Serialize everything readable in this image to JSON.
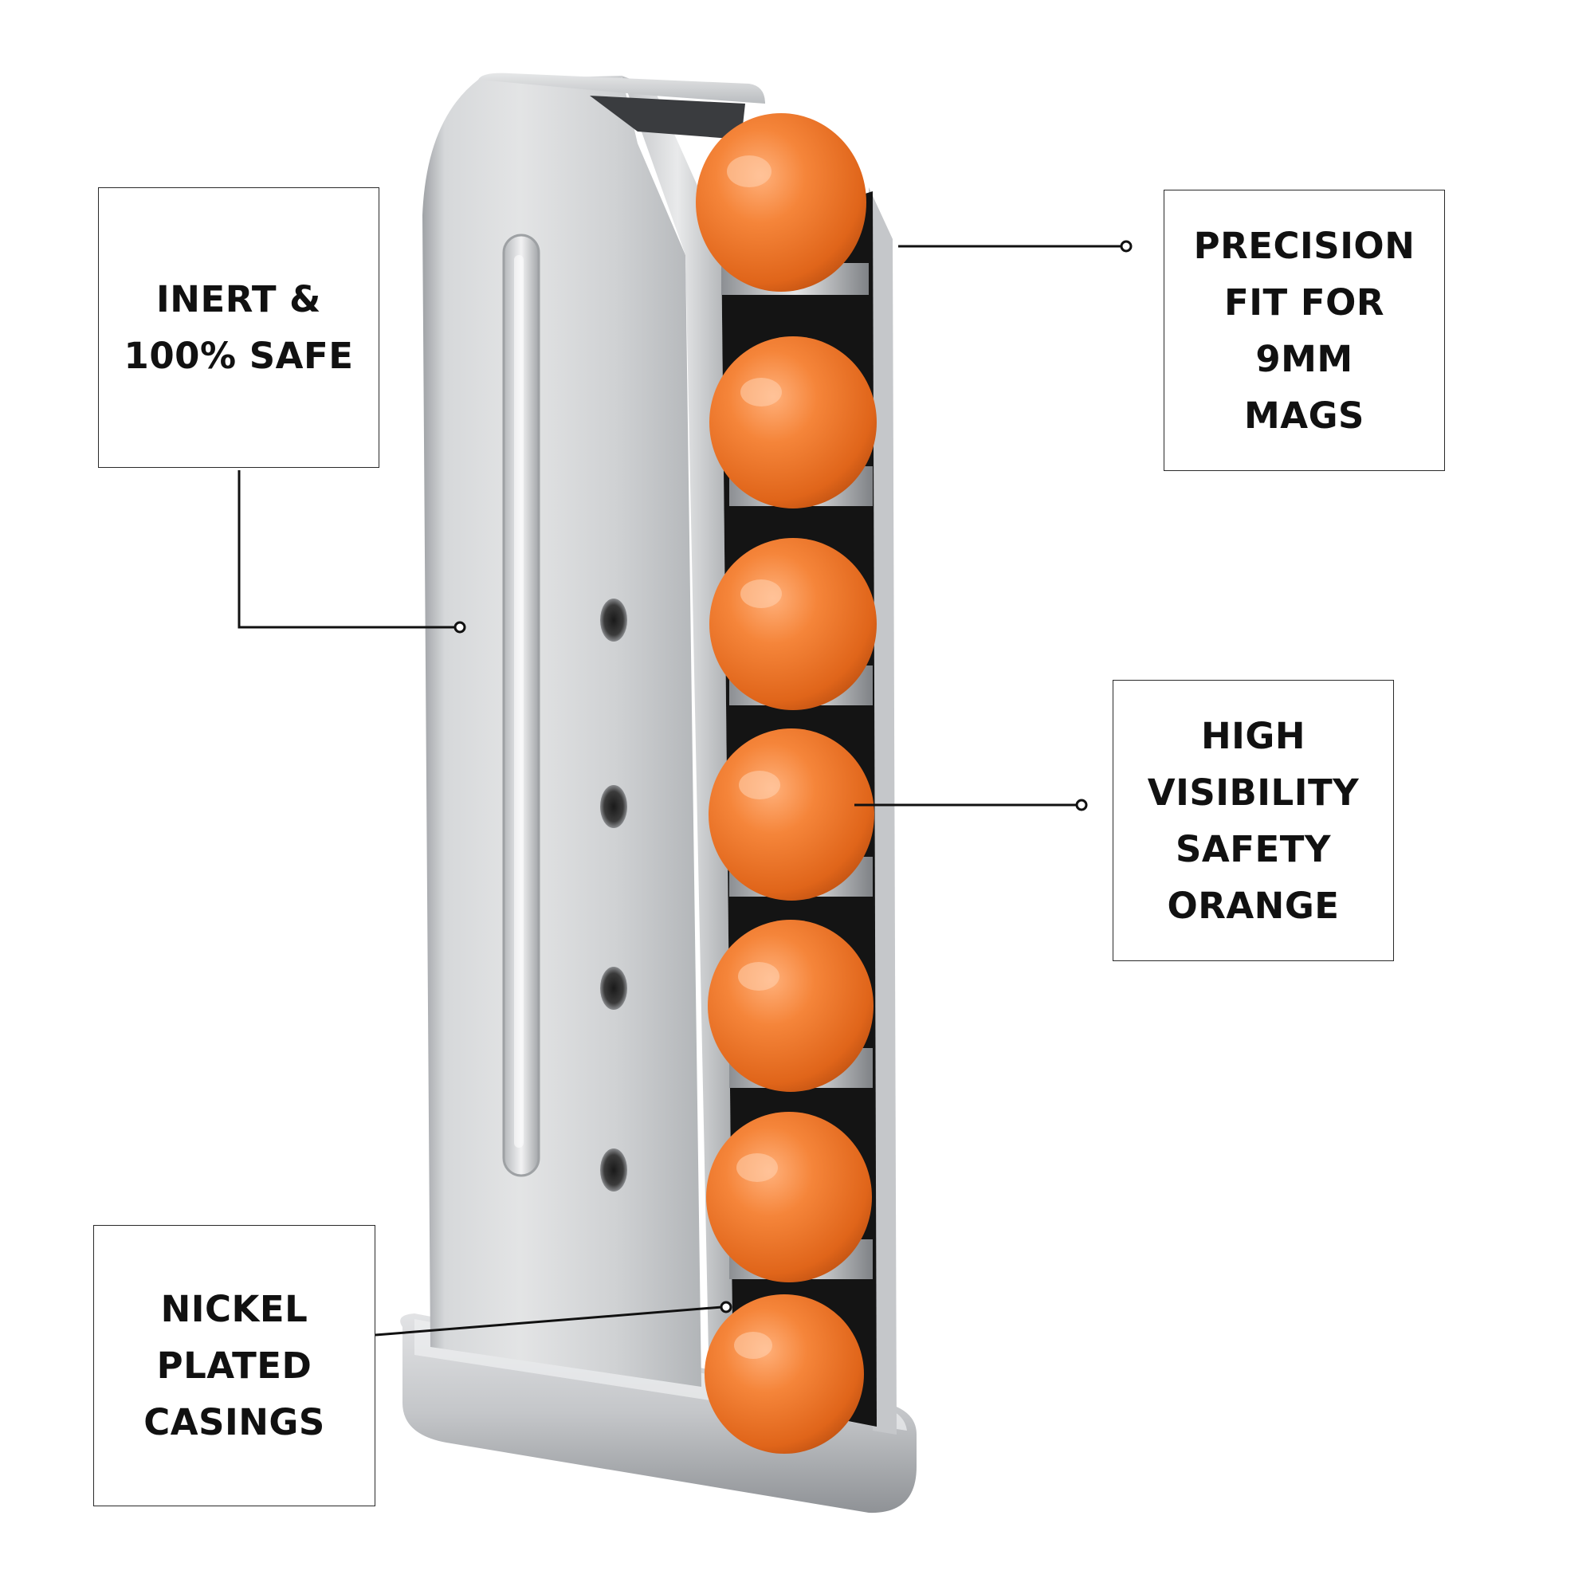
{
  "callouts": {
    "inert": "INERT &\n100% SAFE",
    "precision": "PRECISION\nFIT FOR\n9MM\nMAGS",
    "visibility": "HIGH\nVISIBILITY\nSAFETY\nORANGE",
    "nickel": "NICKEL\nPLATED\nCASINGS"
  },
  "product": {
    "rounds_visible": 7
  },
  "colors": {
    "orange": "#f07a2c",
    "steel": "#c9cbcd",
    "line": "#111111"
  }
}
